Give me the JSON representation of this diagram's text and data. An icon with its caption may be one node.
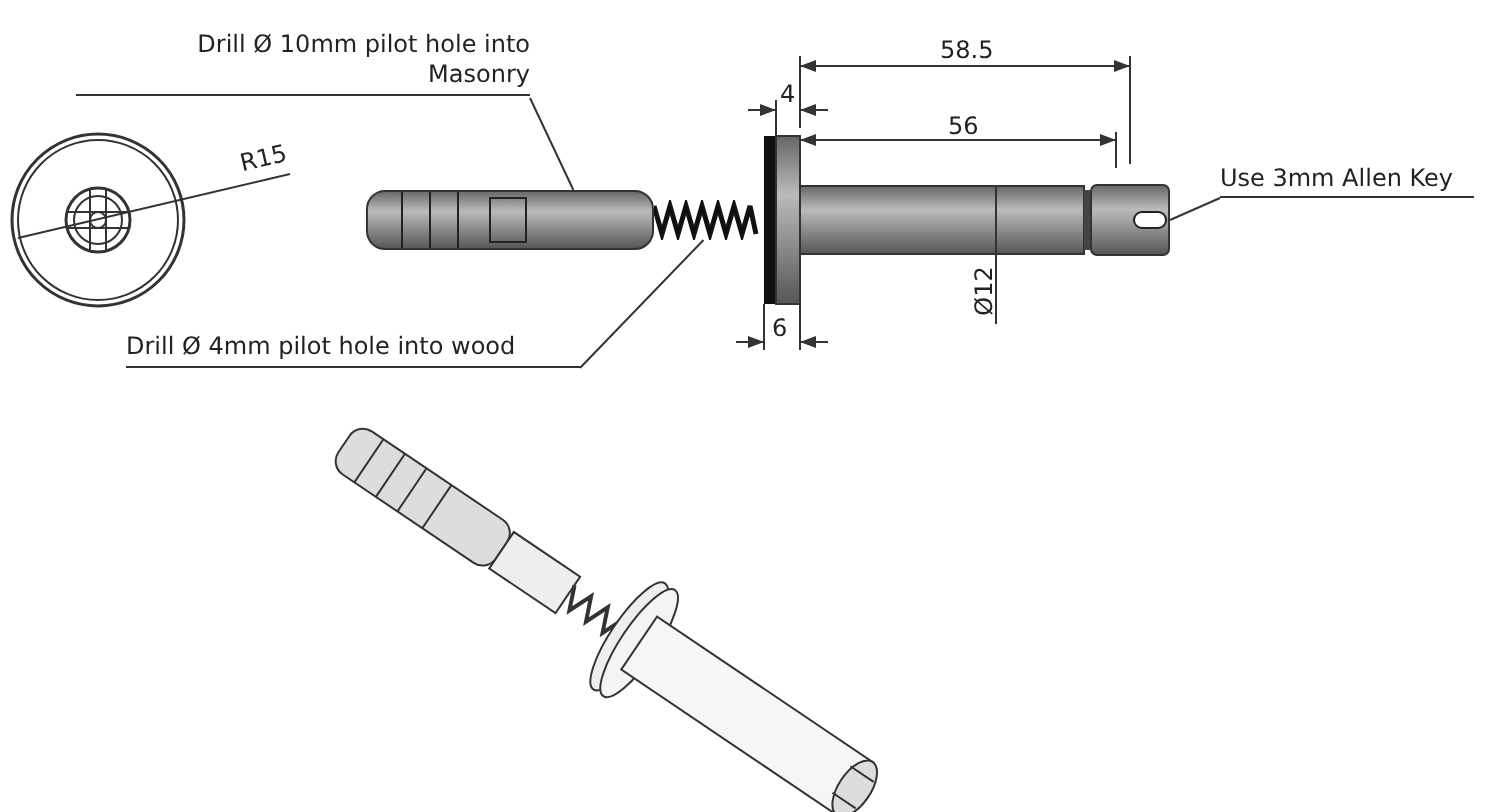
{
  "diagram": {
    "nodes": [
      {
        "text": [
          "Drill Ø 10mm pilot hole into Masonry"
        ]
      },
      {
        "text": [],
        "shape": "picture"
      },
      {
        "text": [
          "Drill Ø 4mm pilot hole into wood"
        ]
      },
      {
        "text": [],
        "shape": "picture"
      },
      {
        "text": [
          "Use 3mm Allen Key"
        ]
      },
      {
        "text": [],
        "shape": "picture"
      }
    ],
    "edges": [
      {
        "from": 0,
        "to": 1,
        "arrow": "none"
      },
      {
        "from": 2,
        "to": 3,
        "arrow": "none"
      },
      {
        "from": 4,
        "to": 5,
        "arrow": "none"
      }
    ],
    "labels": [
      "R15",
      "4",
      "58.5",
      "56",
      "6",
      "Ø12"
    ]
  }
}
